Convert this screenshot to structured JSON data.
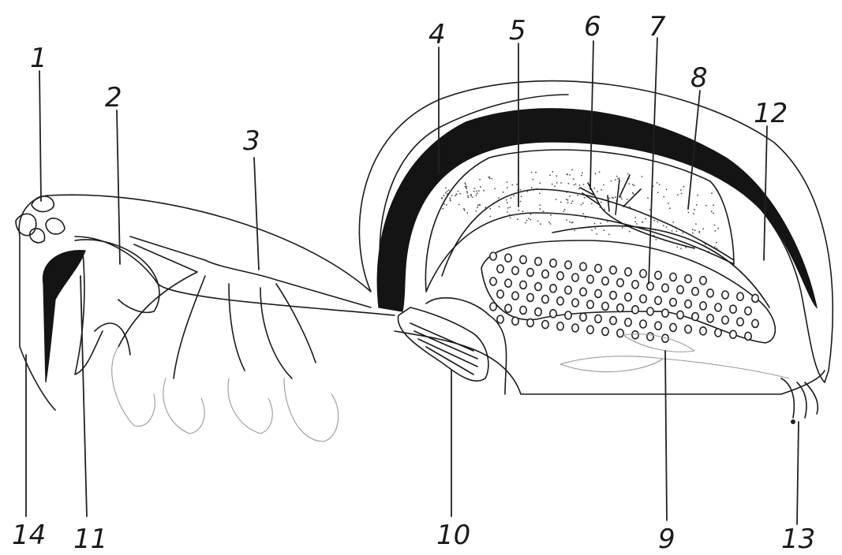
{
  "figure": {
    "labels": [
      {
        "id": "1",
        "text": "1"
      },
      {
        "id": "2",
        "text": "2"
      },
      {
        "id": "3",
        "text": "3"
      },
      {
        "id": "4",
        "text": "4"
      },
      {
        "id": "5",
        "text": "5"
      },
      {
        "id": "6",
        "text": "6"
      },
      {
        "id": "7",
        "text": "7"
      },
      {
        "id": "8",
        "text": "8"
      },
      {
        "id": "9",
        "text": "9"
      },
      {
        "id": "10",
        "text": "10"
      },
      {
        "id": "11",
        "text": "11"
      },
      {
        "id": "12",
        "text": "12"
      },
      {
        "id": "13",
        "text": "13"
      },
      {
        "id": "14",
        "text": "14"
      }
    ]
  },
  "colors": {
    "ink": "#1a1a1a",
    "faint_ink": "#9a9a9a",
    "paper": "#ffffff"
  }
}
